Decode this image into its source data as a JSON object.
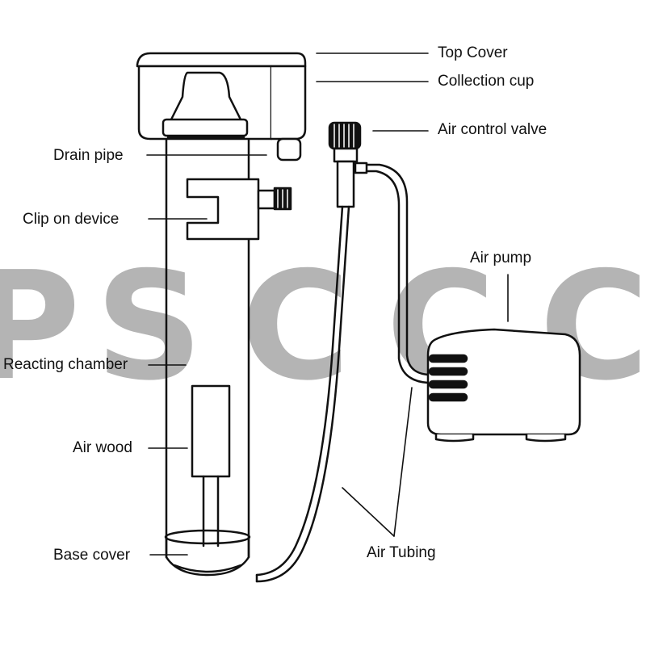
{
  "labels": {
    "top_cover": "Top Cover",
    "collection_cup": "Collection cup",
    "air_control_valve": "Air control valve",
    "drain_pipe": "Drain pipe",
    "clip_on_device": "Clip on device",
    "air_pump": "Air pump",
    "reacting_chamber": "Reacting chamber",
    "air_wood": "Air wood",
    "base_cover": "Base cover",
    "air_tubing": "Air Tubing"
  },
  "watermark": {
    "text": "PSCCC",
    "color": "#a8a8a8"
  },
  "colors": {
    "line": "#111111",
    "background": "#ffffff"
  }
}
